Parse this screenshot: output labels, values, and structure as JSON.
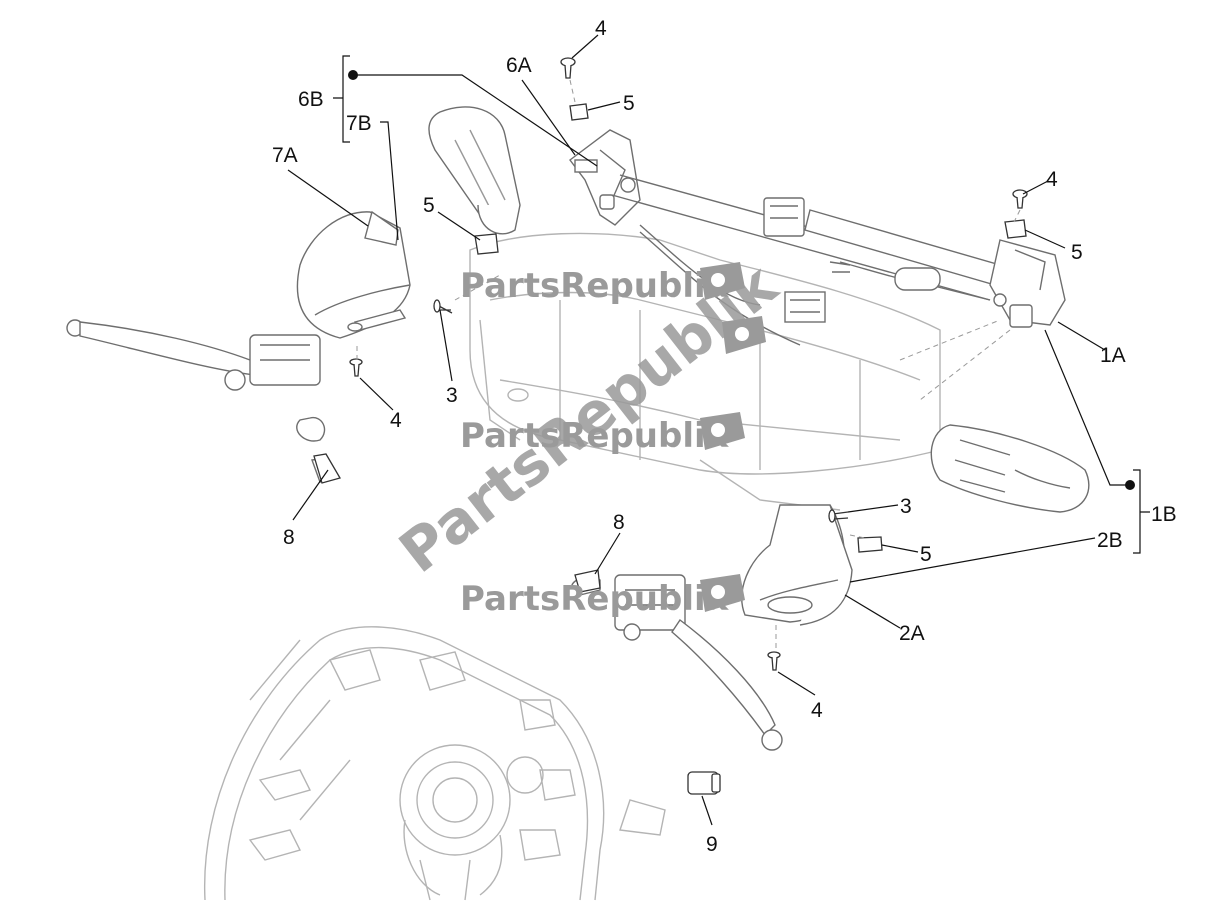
{
  "diagram": {
    "callouts": {
      "c_4a": "4",
      "c_6a": "6A",
      "c_5a": "5",
      "c_6b": "6B",
      "c_7b": "7B",
      "c_7a": "7A",
      "c_5b": "5",
      "c_4b": "4",
      "c_5c": "5",
      "c_1a": "1A",
      "c_3a": "3",
      "c_4c": "4",
      "c_8a": "8",
      "c_1b": "1B",
      "c_3b": "3",
      "c_2b": "2B",
      "c_8b": "8",
      "c_5d": "5",
      "c_2a": "2A",
      "c_4d": "4",
      "c_9": "9"
    },
    "watermark": {
      "brand": "PartsRepublik",
      "icon": "gear-flag-icon"
    },
    "colors": {
      "line": "#111111",
      "part_outline": "#6e6e6e",
      "frame_outline": "#b4b4b4",
      "watermark": "#9a9a9a"
    }
  }
}
